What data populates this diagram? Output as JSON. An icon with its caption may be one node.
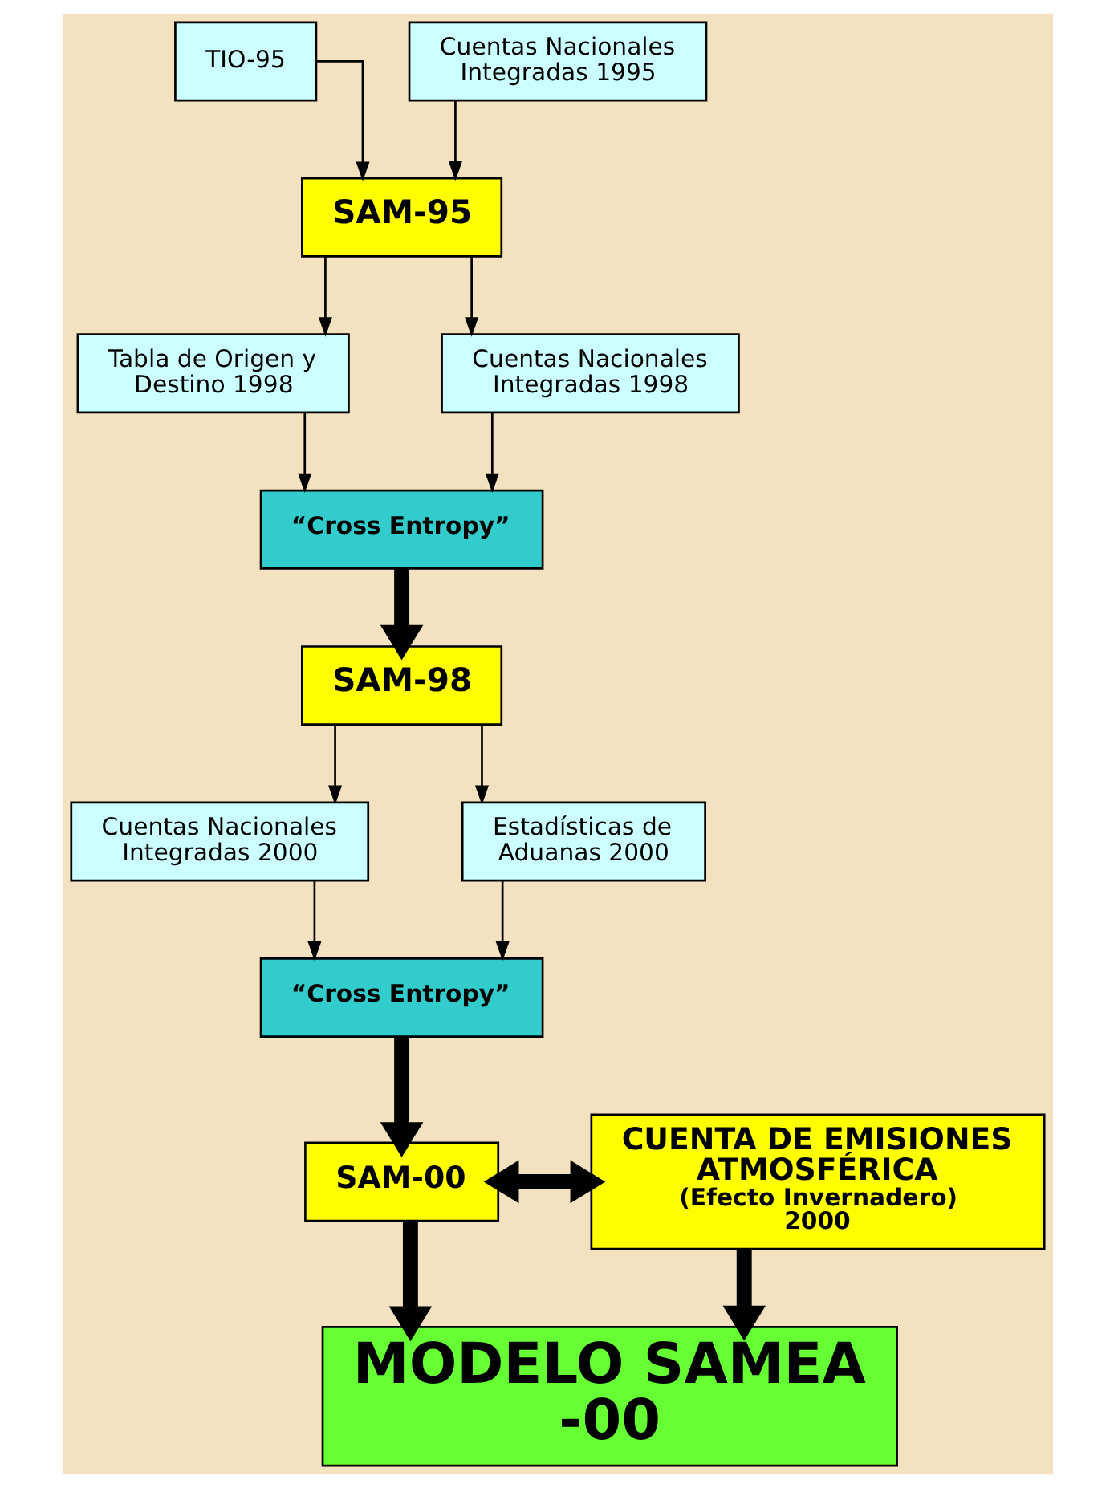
{
  "diagram": {
    "nodes": [
      {
        "text": [
          "TIO-95"
        ]
      },
      {
        "text": [
          "Cuentas Nacionales Integradas 1995"
        ]
      },
      {
        "text": [
          "SAM-95"
        ]
      },
      {
        "text": [
          "Tabla de Origen y Destino 1998"
        ]
      },
      {
        "text": [
          "Cuentas Nacionales Integradas 1998"
        ]
      },
      {
        "text": [
          "“Cross Entropy”"
        ]
      },
      {
        "text": [
          "SAM-98"
        ]
      },
      {
        "text": [
          "Cuentas Nacionales Integradas 2000"
        ]
      },
      {
        "text": [
          "Estadísticas de Aduanas 2000"
        ]
      },
      {
        "text": [
          "“Cross Entropy”"
        ]
      },
      {
        "text": [
          "SAM-00"
        ]
      },
      {
        "text": [
          "CUENTA DE EMISIONES ATMOSFÉRICA",
          "(Efecto Invernadero)",
          "2000"
        ]
      },
      {
        "text": [
          "MODELO SAMEA -00"
        ]
      }
    ],
    "edges": [
      {
        "from": 0,
        "to": 2,
        "arrow": "to"
      },
      {
        "from": 1,
        "to": 2,
        "arrow": "to"
      },
      {
        "from": 2,
        "to": 3,
        "arrow": "to"
      },
      {
        "from": 2,
        "to": 4,
        "arrow": "to"
      },
      {
        "from": 3,
        "to": 5,
        "arrow": "to"
      },
      {
        "from": 4,
        "to": 5,
        "arrow": "to"
      },
      {
        "from": 5,
        "to": 6,
        "arrow": "to",
        "style": "thick"
      },
      {
        "from": 6,
        "to": 7,
        "arrow": "to"
      },
      {
        "from": 6,
        "to": 8,
        "arrow": "to"
      },
      {
        "from": 7,
        "to": 9,
        "arrow": "to"
      },
      {
        "from": 8,
        "to": 9,
        "arrow": "to"
      },
      {
        "from": 9,
        "to": 10,
        "arrow": "to",
        "style": "thick"
      },
      {
        "from": 10,
        "to": 11,
        "arrow": "both",
        "style": "thick"
      },
      {
        "from": 10,
        "to": 12,
        "arrow": "to",
        "style": "thick"
      },
      {
        "from": 11,
        "to": 12,
        "arrow": "to",
        "style": "thick"
      }
    ]
  }
}
